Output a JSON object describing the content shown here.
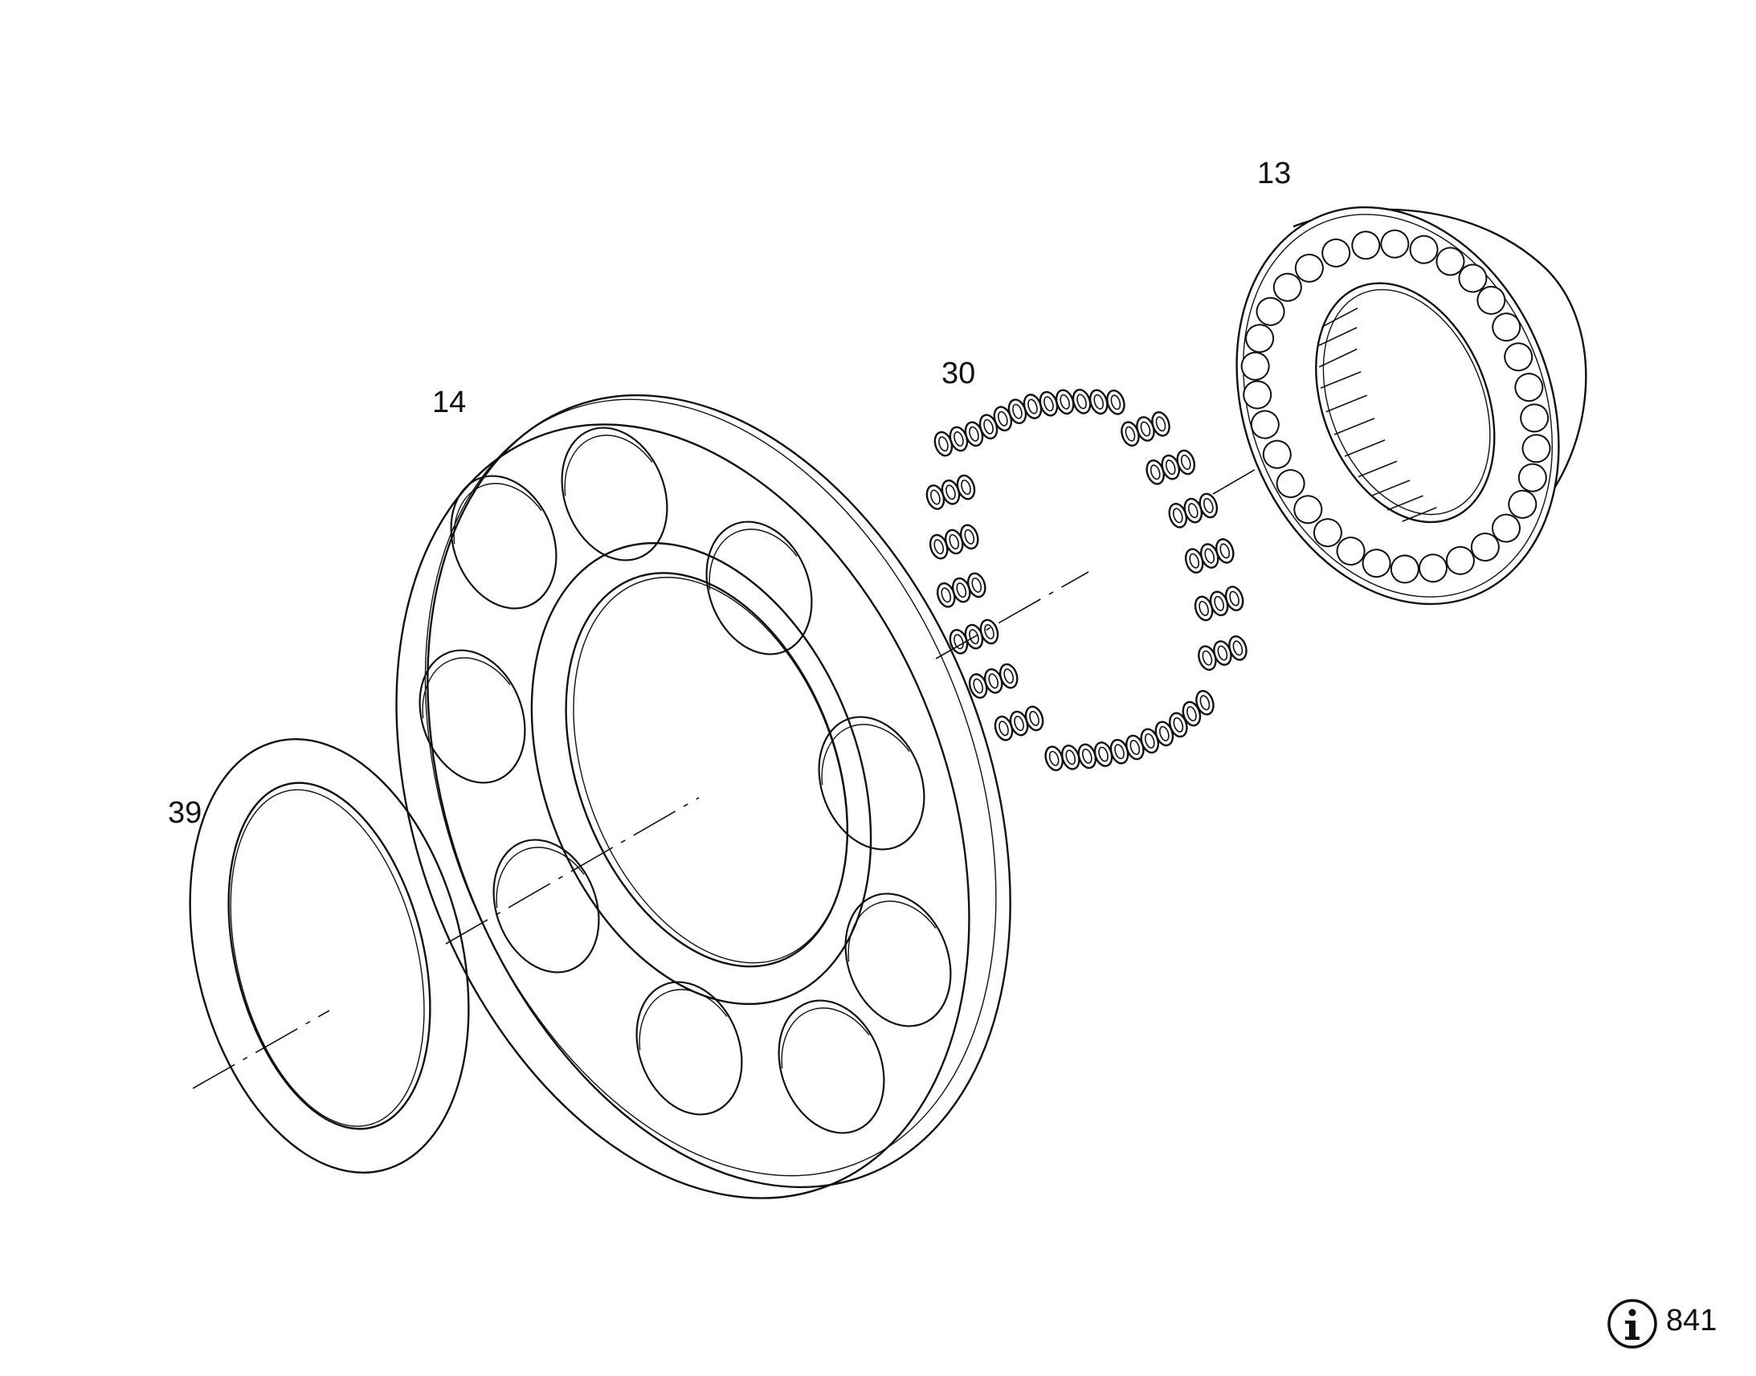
{
  "drawing": {
    "parts": [
      {
        "id": "part-39",
        "callout": "39",
        "name_icon": "thrust-washer-outline"
      },
      {
        "id": "part-14",
        "callout": "14",
        "name_icon": "bored-plate-outline"
      },
      {
        "id": "part-30",
        "callout": "30",
        "name_icon": "spring-set-outline"
      },
      {
        "id": "part-13",
        "callout": "13",
        "name_icon": "cylinder-block-outline"
      }
    ],
    "reference": "841",
    "info_icon": "info-icon",
    "line_color": "#111111",
    "background": "#ffffff"
  }
}
